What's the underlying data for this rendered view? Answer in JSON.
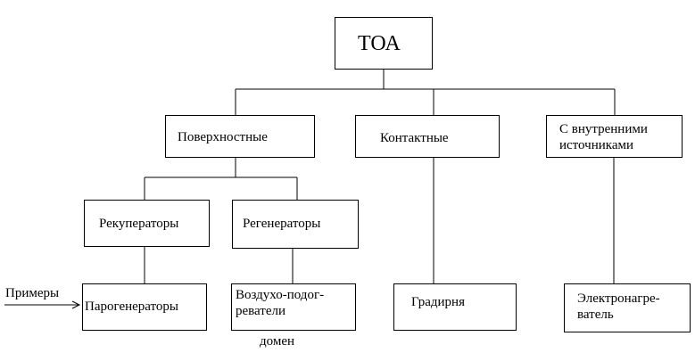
{
  "root": {
    "label": "ТОА"
  },
  "categories": {
    "surface": {
      "label": "Поверхностные"
    },
    "contact": {
      "label": "Контактные"
    },
    "internal": {
      "line1": "С внутренними",
      "line2": "источниками"
    }
  },
  "subtypes": {
    "recuperators": {
      "label": "Рекуператоры"
    },
    "regenerators": {
      "label": "Регенераторы"
    }
  },
  "examples": {
    "heading": "Примеры",
    "steam": {
      "label": "Парогенераторы"
    },
    "air_heater": {
      "line1": "Воздухо-подог-",
      "line2": "реватели"
    },
    "air_heater_suffix": "домен",
    "cooling_tower": {
      "label": "Градирня"
    },
    "electric_heater": {
      "line1": "Электронагре-",
      "line2": "ватель"
    }
  }
}
